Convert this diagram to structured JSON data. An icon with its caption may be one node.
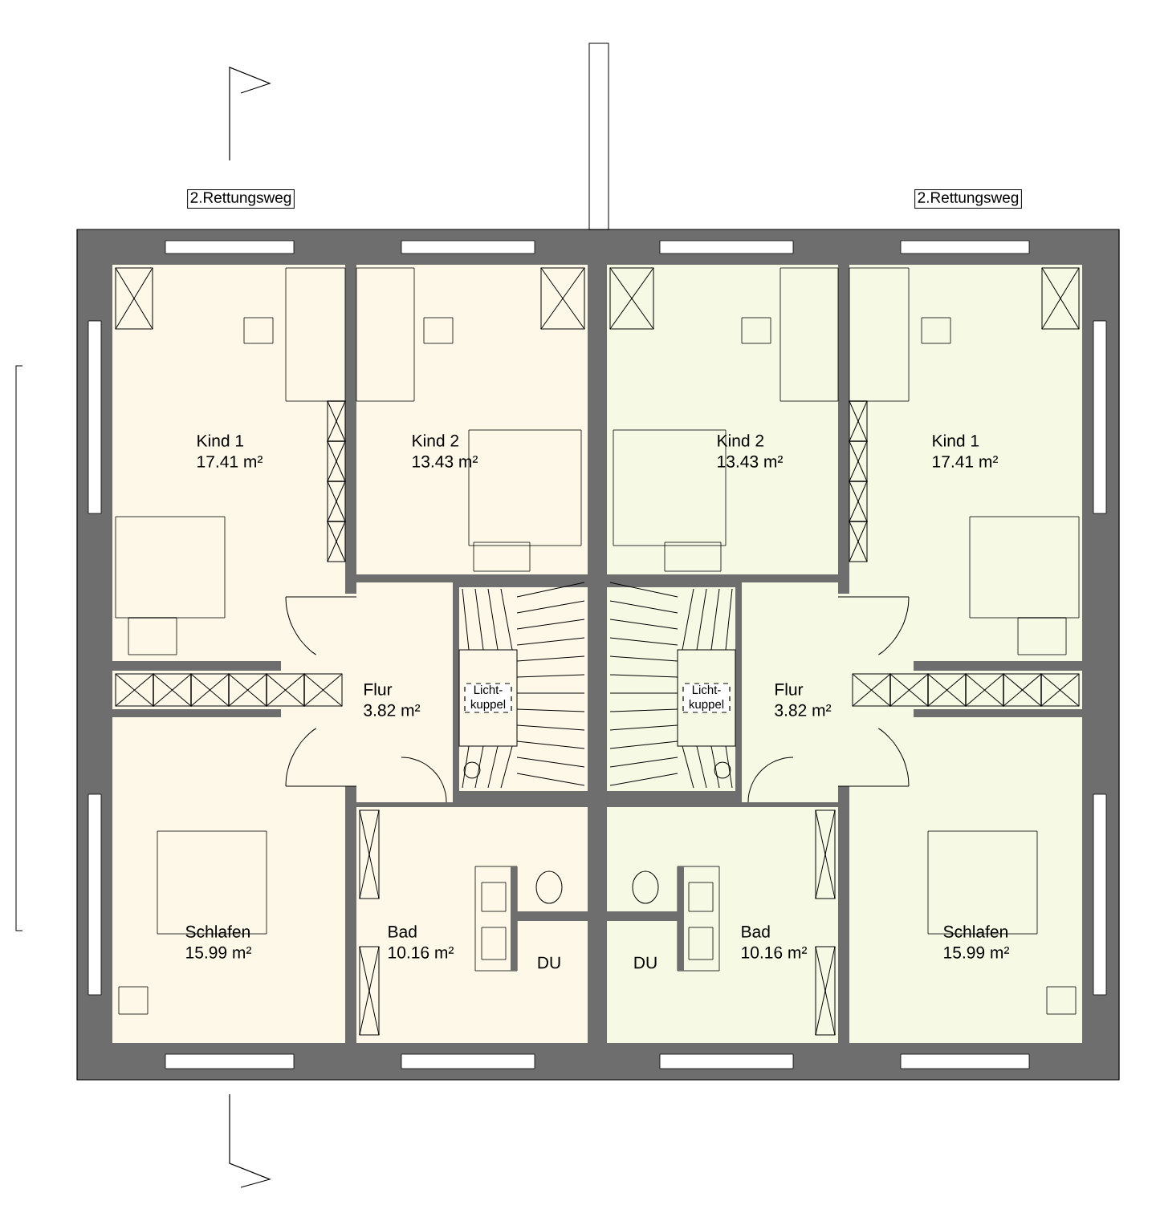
{
  "diagram": {
    "nodes": [
      {
        "text": [
          "2.Rettungsweg"
        ]
      },
      {
        "text": [
          "2.Rettungsweg"
        ]
      },
      {
        "text": [
          "Kind 1",
          "17.41 m²"
        ]
      },
      {
        "text": [
          "Kind 2",
          "13.43 m²"
        ]
      },
      {
        "text": [
          "Kind 2",
          "13.43 m²"
        ]
      },
      {
        "text": [
          "Kind 1",
          "17.41 m²"
        ]
      },
      {
        "text": [
          "Flur",
          "3.82 m²"
        ]
      },
      {
        "text": [
          "Licht- kuppel"
        ]
      },
      {
        "text": [
          "Licht- kuppel"
        ]
      },
      {
        "text": [
          "Flur",
          "3.82 m²"
        ]
      },
      {
        "text": [
          "Schlafen",
          "15.99 m²"
        ]
      },
      {
        "text": [
          "Bad",
          "10.16 m²"
        ]
      },
      {
        "text": [
          "DU"
        ]
      },
      {
        "text": [
          "DU"
        ]
      },
      {
        "text": [
          "Bad",
          "10.16 m²"
        ]
      },
      {
        "text": [
          "Schlafen",
          "15.99 m²"
        ]
      }
    ]
  }
}
